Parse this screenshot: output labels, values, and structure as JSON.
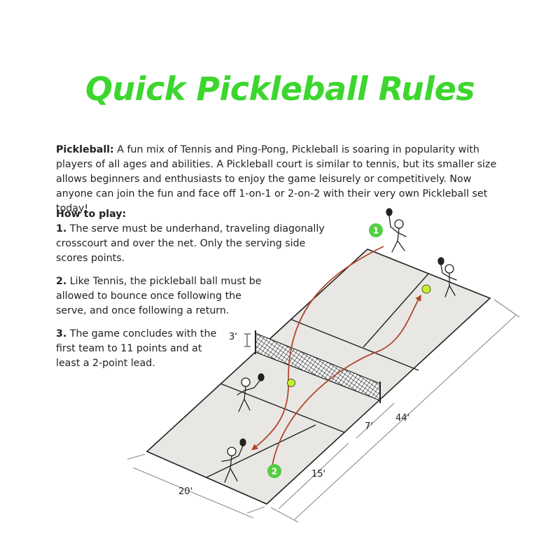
{
  "title": "Quick Pickleball Rules",
  "colors": {
    "title": "#3dd62e",
    "court_fill": "#e8e7e3",
    "court_line": "#222222",
    "ball_path": "#b0472b",
    "ball": "#c8ee2a",
    "badge": "#55cc44",
    "dimension_line": "#8a8a8a"
  },
  "intro": {
    "label": "Pickleball:",
    "text": "A fun mix of Tennis and Ping-Pong, Pickleball is soaring in popularity with players of all ages and abilities. A Pickleball court is similar to tennis, but its smaller size allows beginners and enthusiasts to enjoy the game leisurely or competitively. Now anyone can join the fun and face off 1-on-1 or 2-on-2 with their very own Pickleball set today!"
  },
  "how_to_play": {
    "heading": "How to play:",
    "steps": [
      {
        "number": "1.",
        "text": "The serve must be underhand, traveling diagonally crosscourt and over the net. Only the serving side scores points."
      },
      {
        "number": "2.",
        "text": "Like Tennis, the pickleball ball must be allowed to bounce once following the serve, and once following a return."
      },
      {
        "number": "3.",
        "text": "The game concludes with the first team to 11 points and at least a 2-point lead."
      }
    ]
  },
  "diagram": {
    "dimensions": {
      "net_height": "3'",
      "width": "20'",
      "length": "44'",
      "kitchen": "7'",
      "service": "15'"
    },
    "badges": [
      "1",
      "2"
    ],
    "icons": [
      "player-icon",
      "paddle-icon",
      "ball-icon",
      "net-icon"
    ]
  }
}
